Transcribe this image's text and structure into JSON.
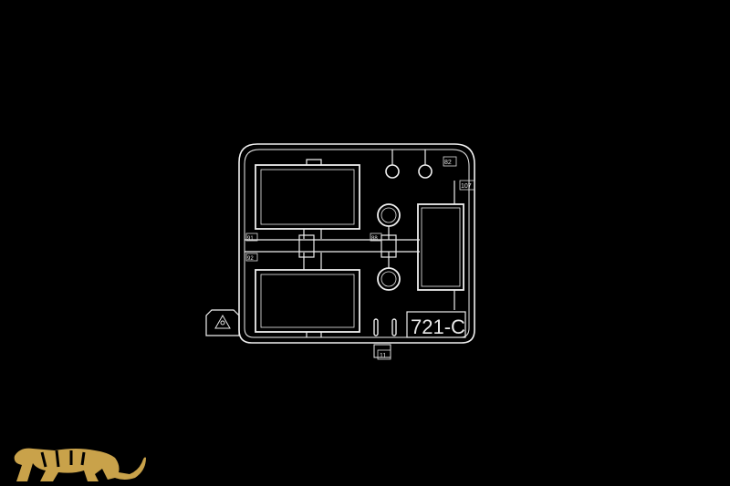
{
  "sprue": {
    "code": "721-C",
    "part_numbers": {
      "top_right": "82",
      "right_upper": "107",
      "left_a": "91",
      "left_b": "92",
      "center": "88",
      "bottom": "11"
    }
  },
  "logo": {
    "icon": "tiger-logo-icon"
  },
  "colors": {
    "background": "#000000",
    "part_outline": "#f2f2f2",
    "logo": "#c9a24a"
  }
}
